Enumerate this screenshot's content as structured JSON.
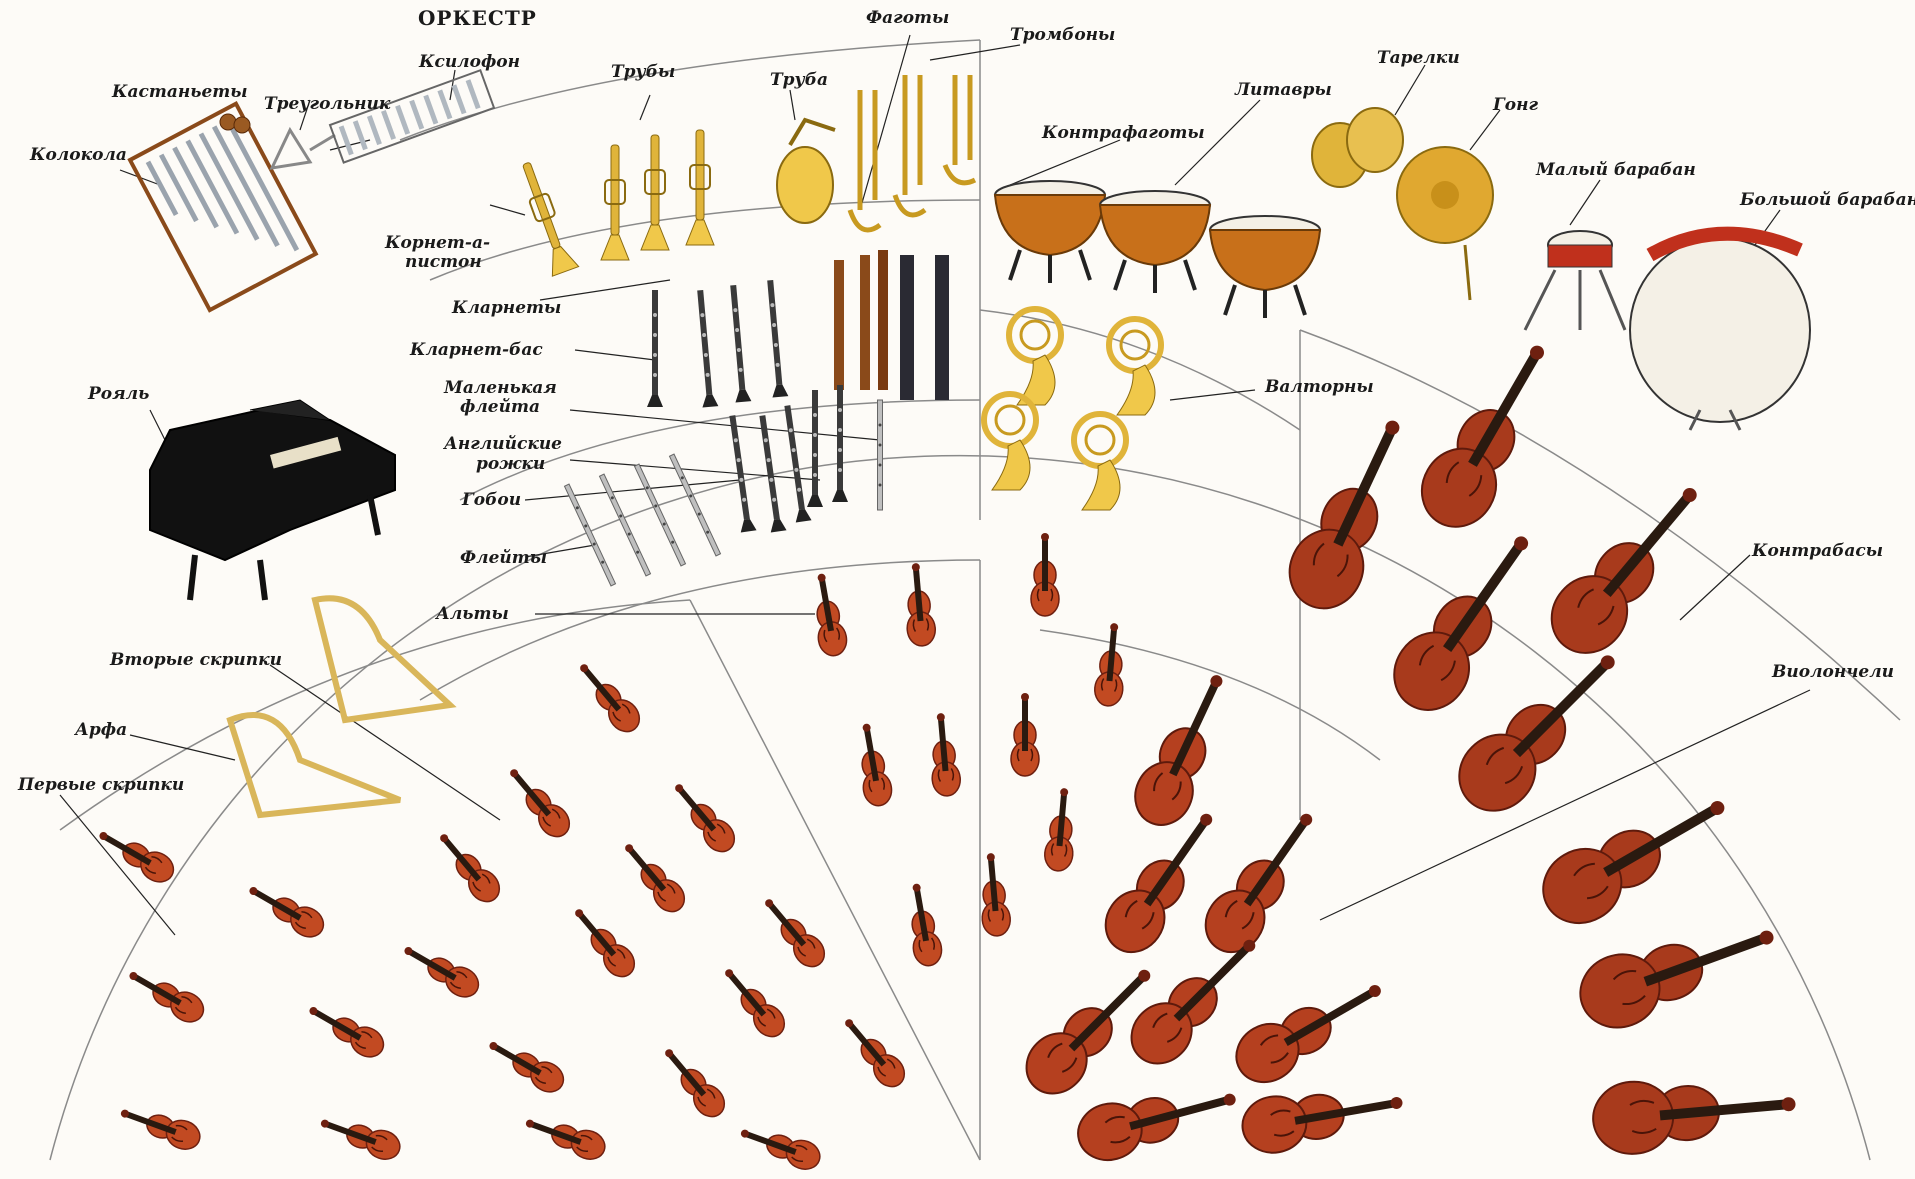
{
  "title": "ОРКЕСТР",
  "labels": {
    "kastanety": "Кастаньеты",
    "treugolnik": "Треугольник",
    "ksilofon": "Ксилофон",
    "kolokola": "Колокола",
    "truby": "Трубы",
    "truba": "Труба",
    "fagoty": "Фаготы",
    "trombony": "Тромбоны",
    "litavry": "Литавры",
    "tarelki": "Тарелки",
    "gong": "Гонг",
    "maly_baraban": "Малый барабан",
    "bolshoy_baraban": "Большой барабан",
    "kontrafagoty": "Контрафаготы",
    "kornet_1": "Корнет-а-",
    "kornet_2": "пистон",
    "klarnety": "Кларнеты",
    "klarnet_bas": "Кларнет-бас",
    "malenkaya_1": "Маленькая",
    "malenkaya_2": "флейта",
    "angliyskie_1": "Английские",
    "angliyskie_2": "рожки",
    "goboi": "Гобои",
    "fleyty": "Флейты",
    "valtorny": "Валторны",
    "royal": "Рояль",
    "kontrabasy": "Контрабасы",
    "alty": "Альты",
    "vtorye_skripki": "Вторые скрипки",
    "arfa": "Арфа",
    "pervye_skripki": "Первые скрипки",
    "violoncheli": "Виолончели"
  },
  "colors": {
    "ink": "#1a1a1a",
    "string_wood": "#b5401f",
    "string_wood_dark": "#6e2010",
    "brass": "#e0b43a",
    "woodwind": "#3a3a3a",
    "drum_copper": "#c8701a",
    "drum_red": "#c0301c",
    "piano": "#111111",
    "harp_gold": "#d9b65a"
  }
}
